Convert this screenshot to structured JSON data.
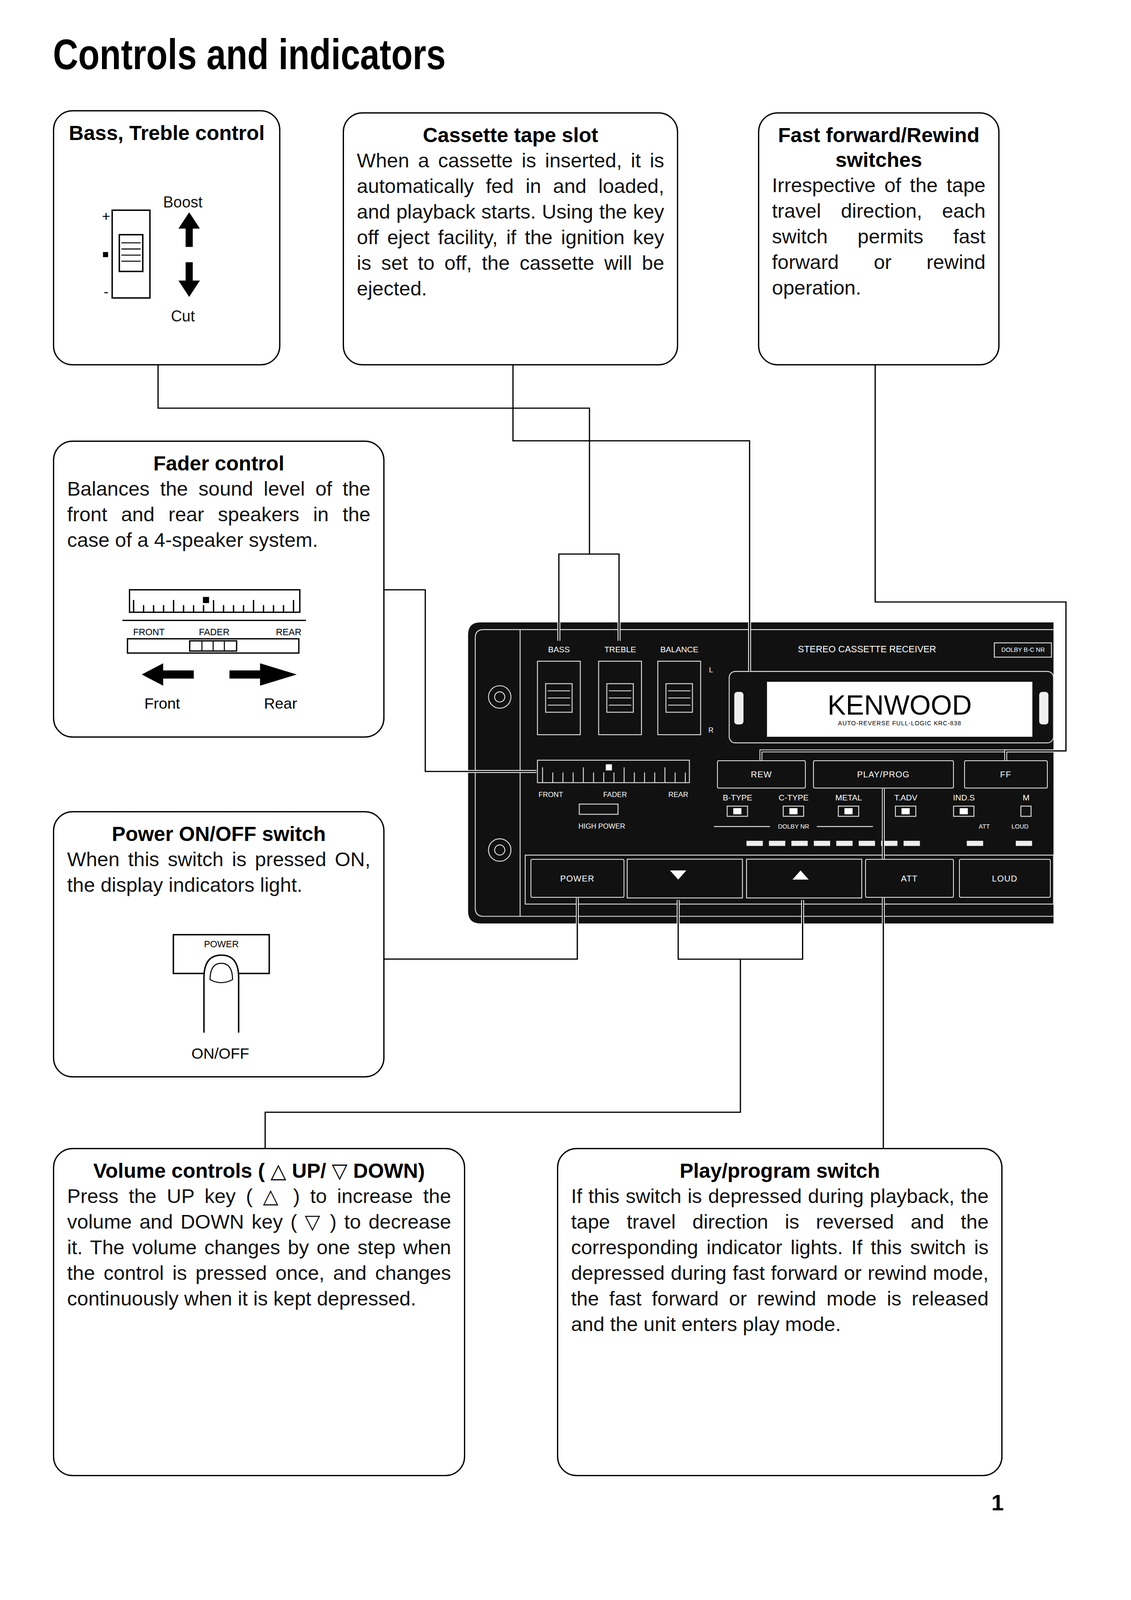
{
  "diagram": {
    "title": "Controls and indicators",
    "nodes": [
      {
        "text": [
          "Bass, Treble control",
          "Boost",
          "Cut"
        ]
      },
      {
        "text": [
          "Cassette tape slot",
          "When a cassette is inserted, it is automatically fed in and loaded, and playback starts. Using the key off eject facility, if the ignition key is set to off, the cassette will be ejected."
        ]
      },
      {
        "text": [
          "Fast forward/Rewind switches",
          "Irrespective of the tape travel direction, each switch permits fast forward or rewind operation."
        ]
      },
      {
        "text": [
          "Fader control",
          "Balances the sound level of the front and rear speakers in the case of a 4-speaker system."
        ]
      },
      {
        "text": [
          "Power ON/OFF switch",
          "When this switch is pressed ON, the display indicators light."
        ]
      },
      {
        "text": [
          "Volume controls ( △ UP/ ▽ DOWN)",
          "Press the UP key ( △ ) to increase the volume and DOWN key ( ▽ ) to decrease it. The volume changes by one step when the control is pressed once, and changes continuously when it is kept depressed."
        ]
      },
      {
        "text": [
          "Play/program switch",
          "If this switch is depressed during playback, the tape travel direction is reversed and the corresponding indicator lights. If this switch is depressed during fast forward or rewind mode, the fast forward or rewind mode is released and the unit enters play mode."
        ]
      },
      {
        "text": [
          "REW"
        ]
      },
      {
        "text": [
          "PLAY/PROG"
        ]
      },
      {
        "text": [
          "FF"
        ]
      },
      {
        "text": [
          "POWER"
        ]
      },
      {
        "text": [
          "ATT"
        ]
      },
      {
        "text": [
          "LOUD"
        ]
      },
      {
        "text": [
          "KENWOOD",
          "AUTO-REVERSE FULL-LOGIC KRC-838"
        ]
      }
    ],
    "edges": [
      {
        "from": 2,
        "to": 7,
        "arrow": "none"
      },
      {
        "from": 2,
        "to": 9,
        "arrow": "none"
      },
      {
        "from": 4,
        "to": 10,
        "arrow": "none"
      },
      {
        "from": 6,
        "to": 8,
        "arrow": "none"
      }
    ],
    "labels": [
      "+",
      "-",
      "FRONT",
      "FADER",
      "REAR",
      "Front",
      "Rear",
      "POWER",
      "ON/OFF",
      "BASS",
      "TREBLE",
      "BALANCE",
      "STEREO CASSETTE RECEIVER",
      "DOLBY B-C NR",
      "L",
      "R",
      "FRONT",
      "FADER",
      "REAR",
      "B-TYPE",
      "C-TYPE",
      "METAL",
      "T.ADV",
      "IND.S",
      "M",
      "HIGH POWER",
      "DOLBY NR",
      "ATT",
      "LOUD",
      "1"
    ]
  }
}
